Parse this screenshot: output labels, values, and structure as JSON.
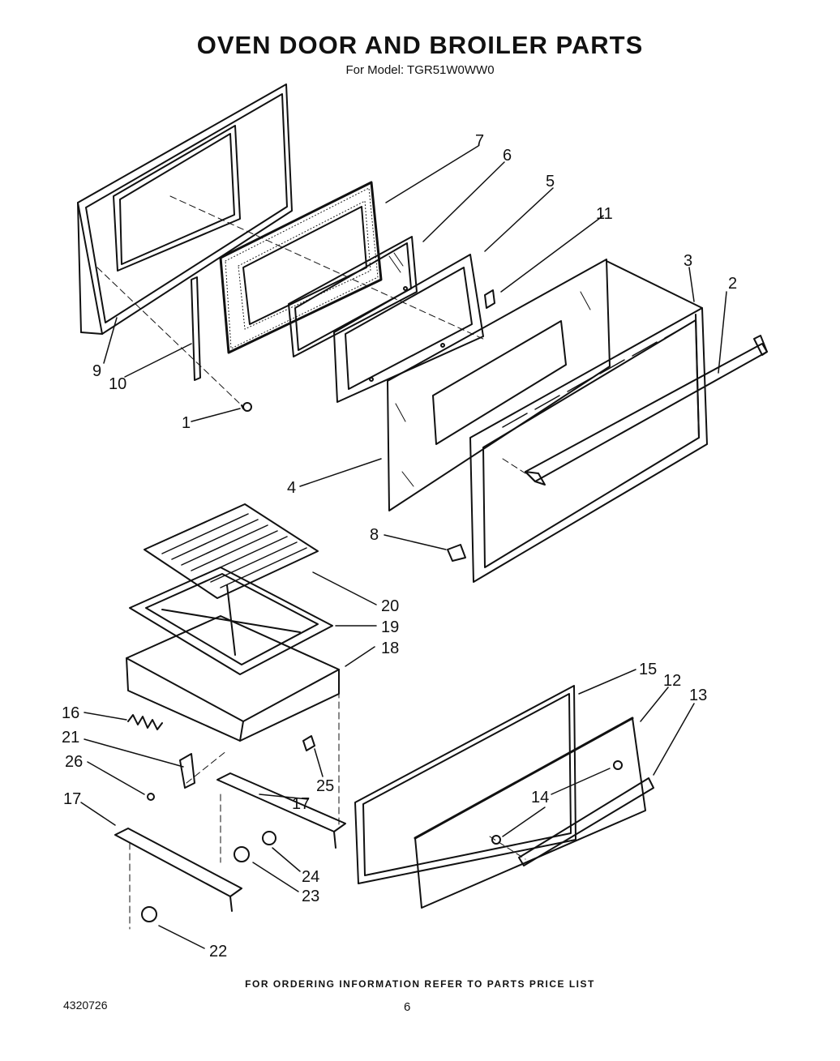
{
  "header": {
    "title": "OVEN DOOR AND BROILER PARTS",
    "model_line": "For Model: TGR51W0WW0"
  },
  "parts": [
    {
      "label": "1"
    },
    {
      "label": "2"
    },
    {
      "label": "3"
    },
    {
      "label": "4"
    },
    {
      "label": "5"
    },
    {
      "label": "6"
    },
    {
      "label": "7"
    },
    {
      "label": "8"
    },
    {
      "label": "9"
    },
    {
      "label": "10"
    },
    {
      "label": "11"
    },
    {
      "label": "12"
    },
    {
      "label": "13"
    },
    {
      "label": "14"
    },
    {
      "label": "14"
    },
    {
      "label": "15"
    },
    {
      "label": "16"
    },
    {
      "label": "17"
    },
    {
      "label": "17"
    },
    {
      "label": "18"
    },
    {
      "label": "19"
    },
    {
      "label": "20"
    },
    {
      "label": "21"
    },
    {
      "label": "22"
    },
    {
      "label": "23"
    },
    {
      "label": "24"
    },
    {
      "label": "25"
    },
    {
      "label": "26"
    }
  ],
  "footer": {
    "ordering_note": "FOR ORDERING INFORMATION REFER TO PARTS PRICE LIST",
    "document_number": "4320726",
    "page_number": "6"
  }
}
